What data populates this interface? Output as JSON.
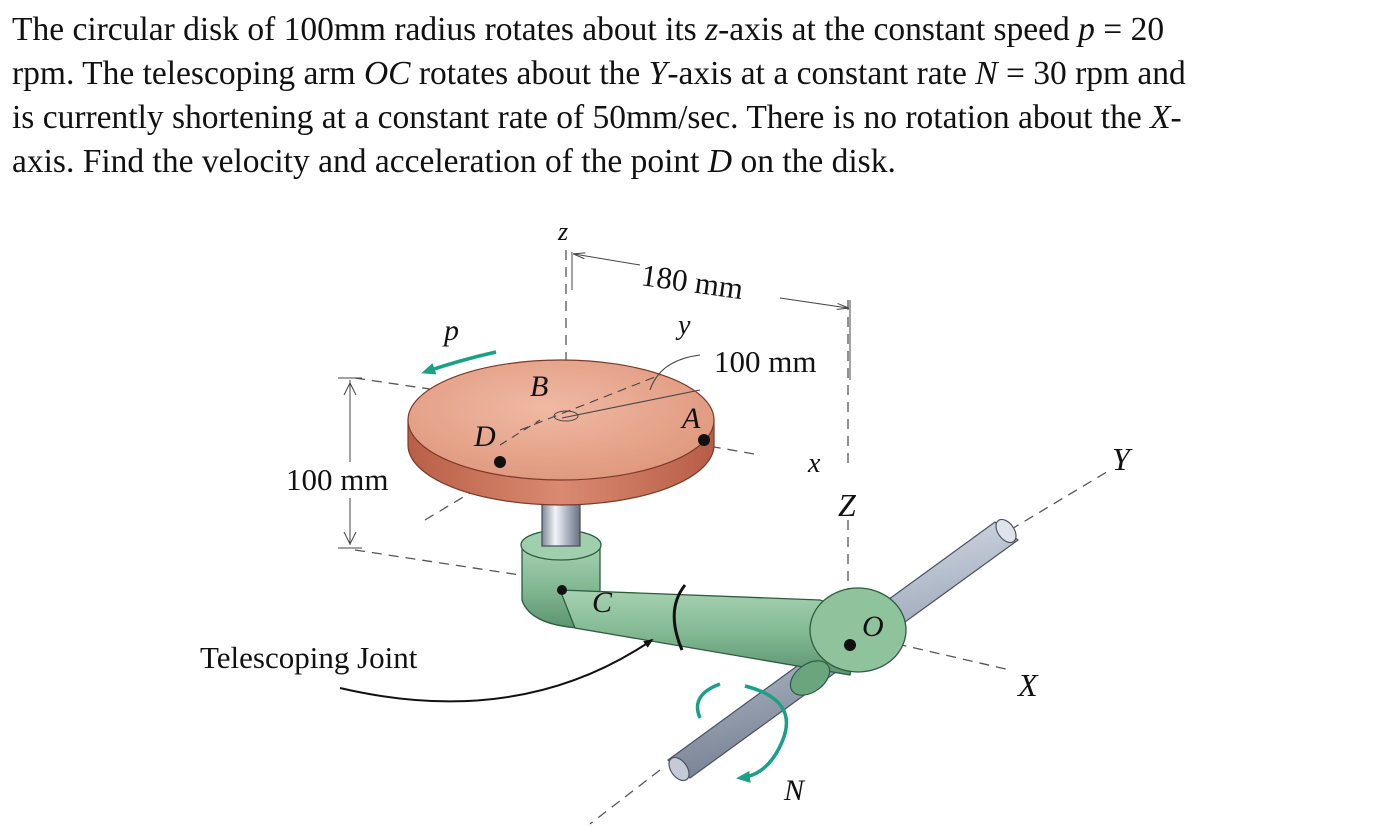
{
  "problem": {
    "line1_a": "The circular disk of 100mm radius rotates about its ",
    "line1_z": "z",
    "line1_b": "-axis at the constant speed ",
    "line1_p": "p",
    "line1_c": " = 20",
    "line2_a": "rpm.  The telescoping arm ",
    "line2_oc": "OC",
    "line2_b": " rotates about the ",
    "line2_y": "Y",
    "line2_c": "-axis at a constant rate ",
    "line2_n": "N",
    "line2_d": " = 30 rpm and",
    "line3_a": "is currently shortening at a constant rate of 50mm/sec.  There is no rotation about the ",
    "line3_x": "X",
    "line3_b": "-",
    "line4_a": "axis.  Find the velocity and acceleration of the point ",
    "line4_d": "D",
    "line4_b": " on the disk."
  },
  "figure": {
    "dim_180": "180 mm",
    "dim_100_radius": "100 mm",
    "dim_100_height": "100 mm",
    "label_z": "z",
    "label_y": "y",
    "label_x": "x",
    "label_Z": "Z",
    "label_Y": "Y",
    "label_X": "X",
    "label_p": "p",
    "label_N": "N",
    "label_A": "A",
    "label_B": "B",
    "label_C": "C",
    "label_D": "D",
    "label_O": "O",
    "telescoping_joint": "Telescoping Joint"
  },
  "colors": {
    "disk_top": "#e3a088",
    "disk_edge": "#c9705a",
    "arm_green": "#86bc96",
    "arm_green_dark": "#5f9a72",
    "shaft_gray": "#aab3c4",
    "arrow_teal": "#1aa085"
  }
}
